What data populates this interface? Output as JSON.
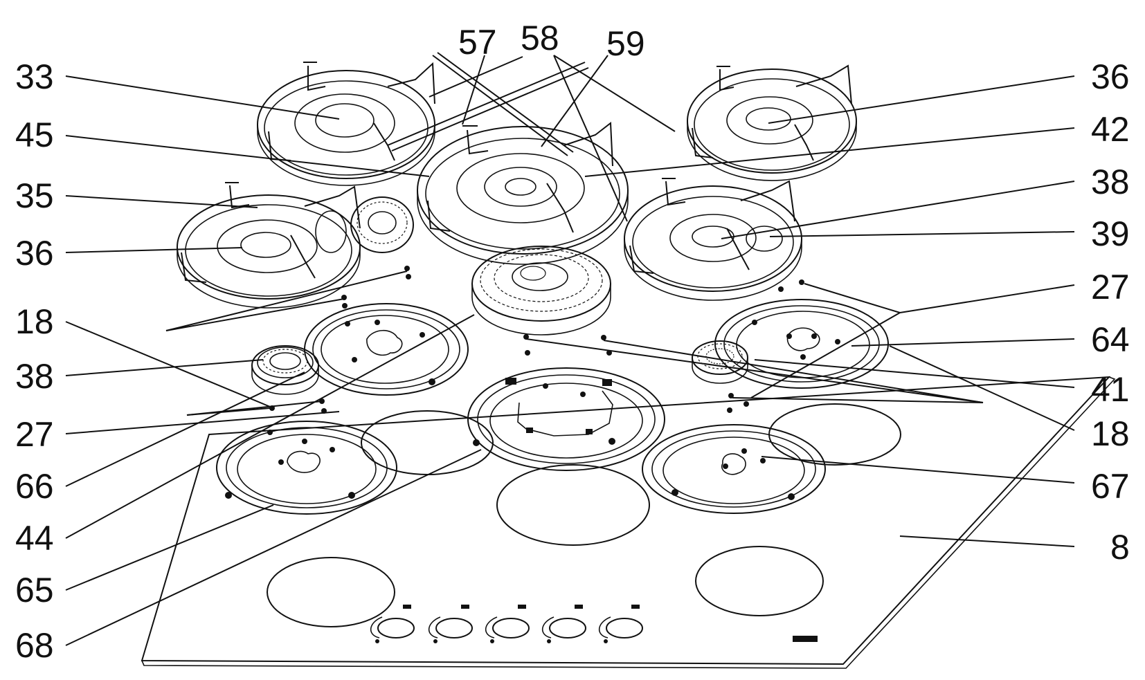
{
  "callouts": {
    "c33": "33",
    "c45": "45",
    "c35": "35",
    "c36_left": "36",
    "c18_left": "18",
    "c38_left": "38",
    "c27_left": "27",
    "c66": "66",
    "c44": "44",
    "c65": "65",
    "c68": "68",
    "c57": "57",
    "c58": "58",
    "c59": "59",
    "c36_right": "36",
    "c42": "42",
    "c38_right": "38",
    "c39": "39",
    "c27_right": "27",
    "c64": "64",
    "c41": "41",
    "c18_right": "18",
    "c67": "67",
    "c8": "8"
  },
  "control_knob_count": 5,
  "icons": [
    "burner-grid",
    "burner-cap",
    "burner-ring",
    "knob-hole",
    "hob-glass-plate"
  ]
}
